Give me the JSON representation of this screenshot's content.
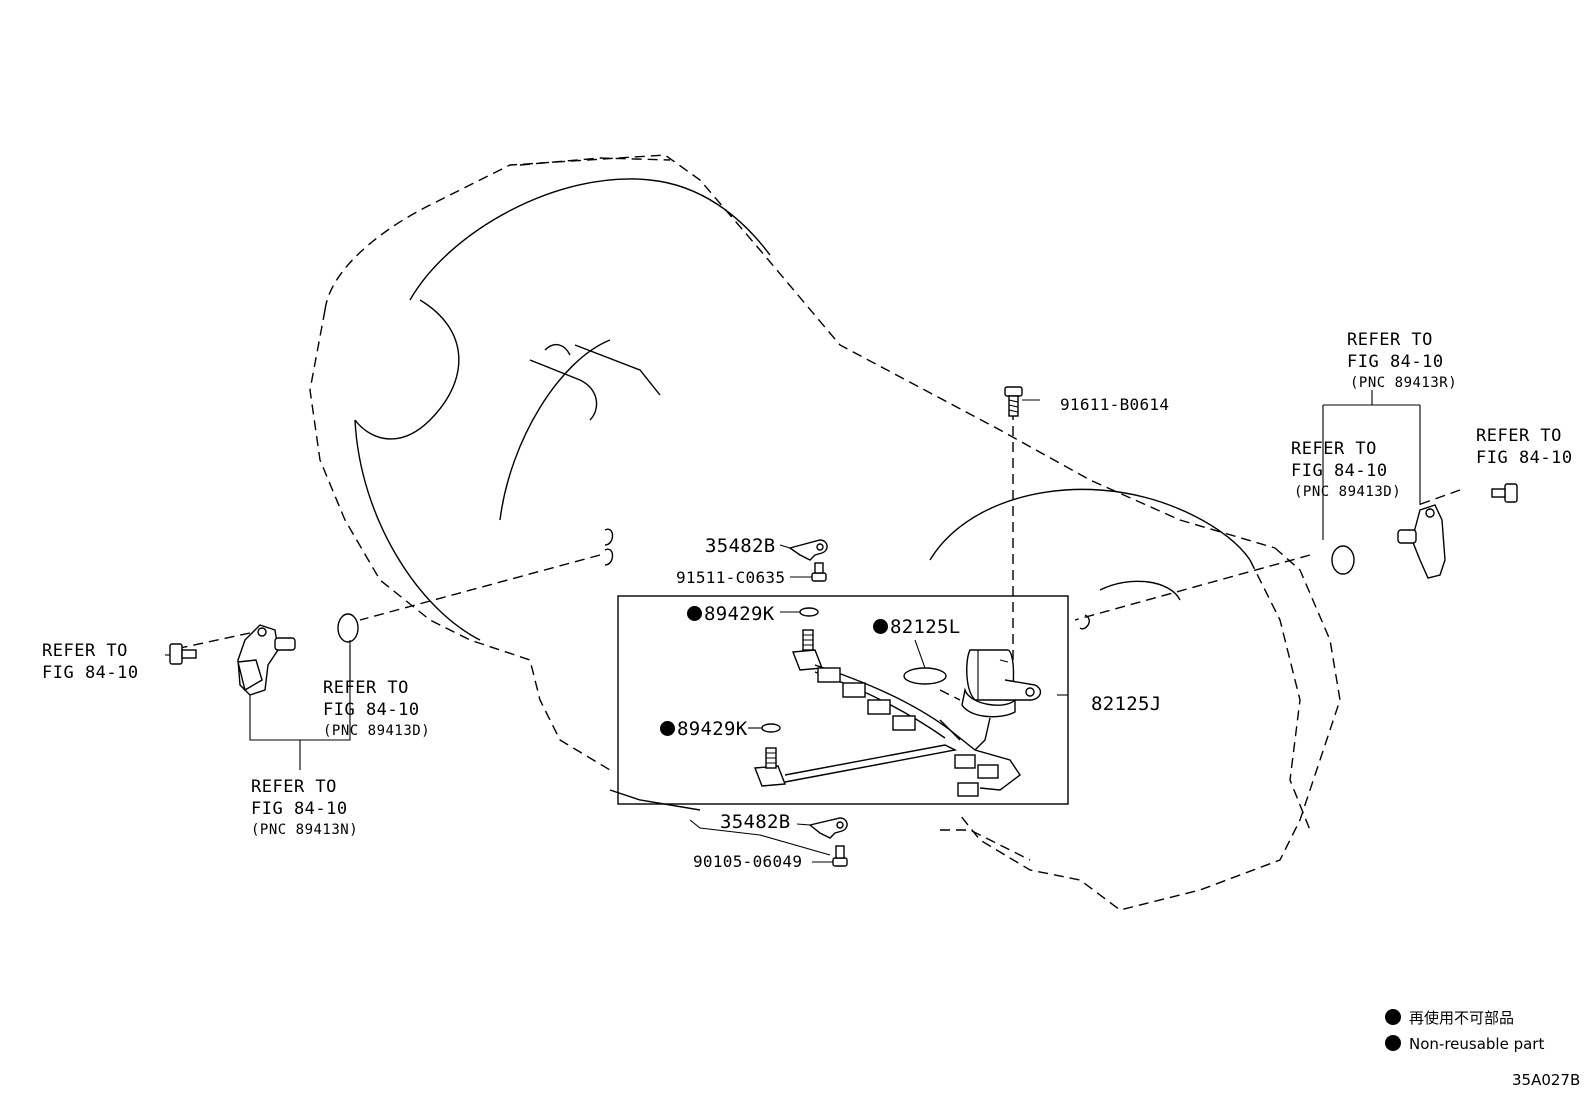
{
  "refs": {
    "left_bolt": [
      "REFER TO",
      "FIG 84-10"
    ],
    "left_oring": [
      "REFER TO",
      "FIG 84-10",
      "(PNC 89413D)"
    ],
    "left_sensor": [
      "REFER TO",
      "FIG 84-10",
      "(PNC 89413N)"
    ],
    "right_sensor": [
      "REFER TO",
      "FIG 84-10",
      "(PNC 89413R)"
    ],
    "right_oring": [
      "REFER TO",
      "FIG 84-10",
      "(PNC 89413D)"
    ],
    "right_bolt": [
      "REFER TO",
      "FIG 84-10"
    ]
  },
  "parts": {
    "bolt_top": "91611-B0614",
    "clamp_top": "35482B",
    "bolt_clamp_top": "91511-C0635",
    "oring_upper": "89429K",
    "oring_main": "82125L",
    "oring_lower": "89429K",
    "wire_harness": "82125J",
    "clamp_bottom": "35482B",
    "bolt_bottom": "90105-06049"
  },
  "legend": {
    "jp": "再使用不可部品",
    "en": "Non-reusable part"
  },
  "figure_code": "35A027B"
}
